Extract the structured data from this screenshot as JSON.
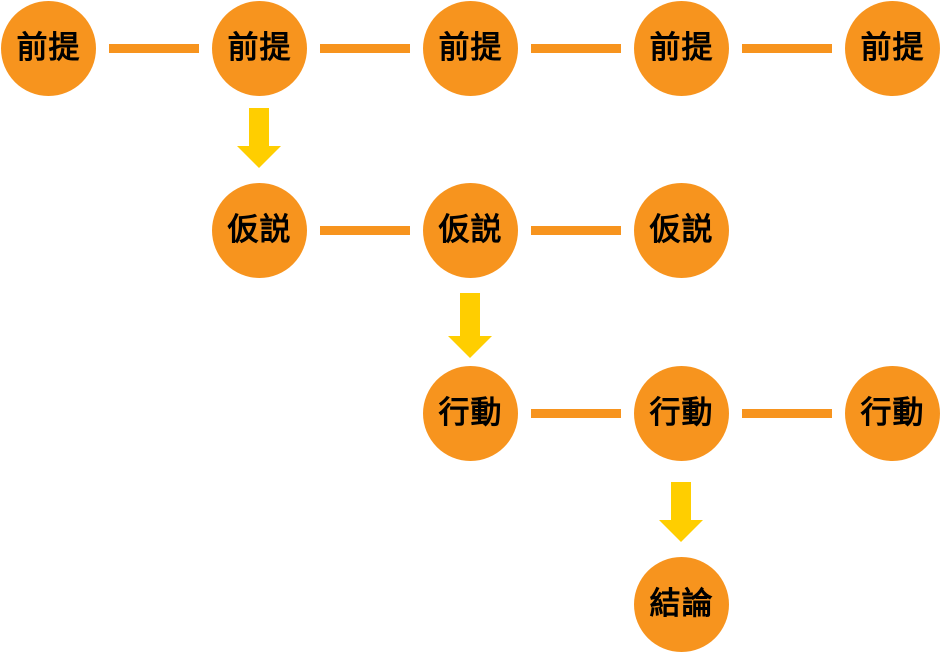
{
  "diagram": {
    "colors": {
      "node_fill": "#F7941E",
      "connector": "#F7941E",
      "arrow": "#FFCE00",
      "label_text": "#000000",
      "background": "#FFFFFF"
    },
    "rows": [
      {
        "name": "premise",
        "nodes": [
          {
            "label": "前提"
          },
          {
            "label": "前提"
          },
          {
            "label": "前提"
          },
          {
            "label": "前提"
          },
          {
            "label": "前提"
          }
        ]
      },
      {
        "name": "hypothesis",
        "nodes": [
          {
            "label": "仮説"
          },
          {
            "label": "仮説"
          },
          {
            "label": "仮説"
          }
        ]
      },
      {
        "name": "action",
        "nodes": [
          {
            "label": "行動"
          },
          {
            "label": "行動"
          },
          {
            "label": "行動"
          }
        ]
      },
      {
        "name": "conclusion",
        "nodes": [
          {
            "label": "結論"
          }
        ]
      }
    ]
  }
}
